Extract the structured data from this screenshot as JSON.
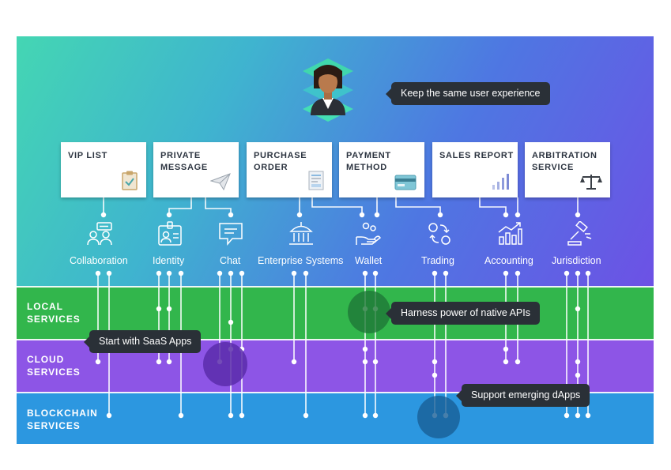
{
  "colors": {
    "local": "#32b64c",
    "cloud": "#8d55e6",
    "blockchain": "#2c97e0",
    "callout_bg": "#2a3037"
  },
  "user_callout": "Keep the same user experience",
  "cards": [
    {
      "title": "VIP LIST",
      "icon": "clipboard-icon"
    },
    {
      "title": "PRIVATE\nMESSAGE",
      "icon": "paper-plane-icon"
    },
    {
      "title": "PURCHASE\nORDER",
      "icon": "document-icon"
    },
    {
      "title": "PAYMENT\nMETHOD",
      "icon": "credit-card-icon"
    },
    {
      "title": "SALES REPORT",
      "icon": "bar-chart-icon"
    },
    {
      "title": "ARBITRATION\nSERVICE",
      "icon": "scales-icon"
    }
  ],
  "categories": [
    {
      "label": "Collaboration",
      "icon": "collaboration-icon"
    },
    {
      "label": "Identity",
      "icon": "id-badge-icon"
    },
    {
      "label": "Chat",
      "icon": "chat-bubble-icon"
    },
    {
      "label": "Enterprise Systems",
      "icon": "bank-icon"
    },
    {
      "label": "Wallet",
      "icon": "wallet-icon"
    },
    {
      "label": "Trading",
      "icon": "exchange-icon"
    },
    {
      "label": "Accounting",
      "icon": "growth-chart-icon"
    },
    {
      "label": "Jurisdiction",
      "icon": "gavel-icon"
    }
  ],
  "bands": [
    {
      "label": "LOCAL\nSERVICES"
    },
    {
      "label": "CLOUD\nSERVICES"
    },
    {
      "label": "BLOCKCHAIN\nSERVICES"
    }
  ],
  "callouts": {
    "native": "Harness power of native APIs",
    "saas": "Start with SaaS Apps",
    "dapps": "Support emerging dApps"
  }
}
